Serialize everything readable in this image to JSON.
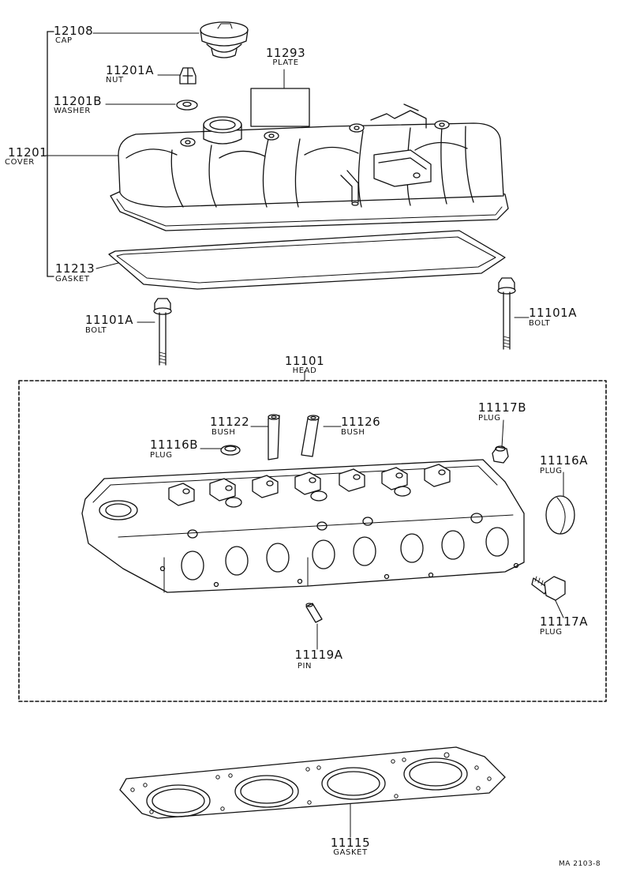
{
  "parts": {
    "cap": {
      "number": "12108",
      "name": "CAP"
    },
    "plate": {
      "number": "11293",
      "name": "PLATE"
    },
    "nut": {
      "number": "11201A",
      "name": "NUT"
    },
    "washer": {
      "number": "11201B",
      "name": "WASHER"
    },
    "cover": {
      "number": "11201",
      "name": "COVER"
    },
    "cover_gasket": {
      "number": "11213",
      "name": "GASKET"
    },
    "bolt_left": {
      "number": "11101A",
      "name": "BOLT"
    },
    "bolt_right": {
      "number": "11101A",
      "name": "BOLT"
    },
    "head": {
      "number": "11101",
      "name": "HEAD"
    },
    "bush_left": {
      "number": "11122",
      "name": "BUSH"
    },
    "bush_right": {
      "number": "11126",
      "name": "BUSH"
    },
    "plug_b_left": {
      "number": "11116B",
      "name": "PLUG"
    },
    "plug_117b": {
      "number": "11117B",
      "name": "PLUG"
    },
    "plug_116a": {
      "number": "11116A",
      "name": "PLUG"
    },
    "plug_117a": {
      "number": "11117A",
      "name": "PLUG"
    },
    "pin": {
      "number": "11119A",
      "name": "PIN"
    },
    "head_gasket": {
      "number": "11115",
      "name": "GASKET"
    }
  },
  "figure_ref": "MA 2103-8"
}
